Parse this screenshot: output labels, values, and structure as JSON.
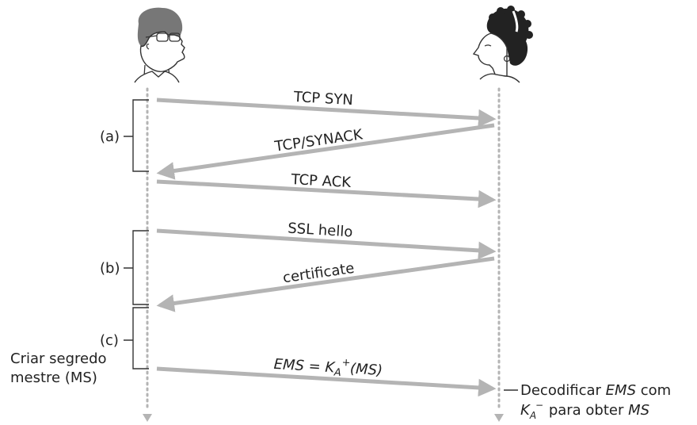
{
  "messages": {
    "tcp_syn": "TCP SYN",
    "tcp_synack": "TCP/SYNACK",
    "tcp_ack": "TCP ACK",
    "ssl_hello": "SSL hello",
    "certificate": "certificate",
    "ems": {
      "lhs": "EMS",
      "eq": " = ",
      "key": "K",
      "sub": "A",
      "sup": "+",
      "arg": "(MS)"
    }
  },
  "phases": {
    "a": "(a)",
    "b": "(b)",
    "c": "(c)"
  },
  "client_note": {
    "line1": "Criar segredo",
    "line2": "mestre (MS)"
  },
  "server_note": {
    "line1_pre": "Decodificar ",
    "line1_ems": "EMS",
    "line1_post": " com",
    "key": "K",
    "sub": "A",
    "sup": "−",
    "line2_post": " para obter ",
    "line2_ms": "MS"
  },
  "actors": {
    "client": "person-icon",
    "server": "person-icon"
  },
  "colors": {
    "arrow": "#b4b4b4",
    "lifeline": "#b4b4b4",
    "text": "#222222"
  }
}
